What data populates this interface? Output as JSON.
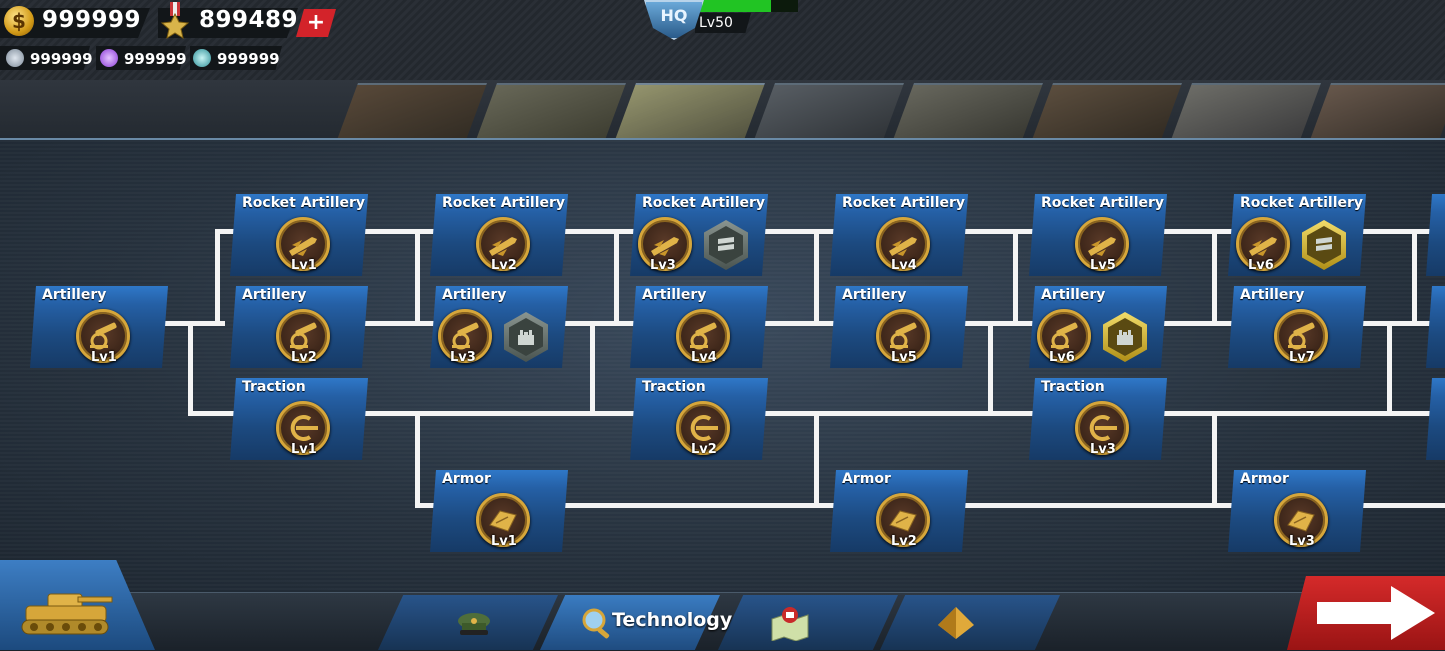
{
  "hud": {
    "gold": "999999",
    "medals": "899489",
    "plus_label": "+",
    "parts": "999999",
    "energy": "999999",
    "gears": "999999",
    "hq_badge": "HQ",
    "hq_level": "Lv50",
    "hq_progress": 0.72
  },
  "categories": [
    {
      "name": "infantry-tab",
      "active": false
    },
    {
      "name": "tank-tab",
      "active": false
    },
    {
      "name": "artillery-tab",
      "active": true
    },
    {
      "name": "navy-tab",
      "active": false
    },
    {
      "name": "airforce-tab",
      "active": false
    },
    {
      "name": "fortification-tab",
      "active": false
    },
    {
      "name": "antiair-tab",
      "active": false
    },
    {
      "name": "rocket-tab",
      "active": false
    }
  ],
  "tree": {
    "nodes": [
      {
        "title": "Artillery",
        "level": "Lv1",
        "icon": "cannon-icon"
      },
      {
        "title": "Rocket Artillery",
        "level": "Lv1",
        "icon": "rocket-icon"
      },
      {
        "title": "Artillery",
        "level": "Lv2",
        "icon": "cannon-icon"
      },
      {
        "title": "Traction",
        "level": "Lv1",
        "icon": "traction-icon"
      },
      {
        "title": "Rocket Artillery",
        "level": "Lv2",
        "icon": "rocket-icon"
      },
      {
        "title": "Artillery",
        "level": "Lv3",
        "icon": "cannon-icon",
        "reward": "grey",
        "reward_icon": "fortress-icon"
      },
      {
        "title": "Armor",
        "level": "Lv1",
        "icon": "armor-icon"
      },
      {
        "title": "Rocket Artillery",
        "level": "Lv3",
        "icon": "rocket-icon",
        "reward": "grey",
        "reward_icon": "rank-chevron-icon"
      },
      {
        "title": "Artillery",
        "level": "Lv4",
        "icon": "cannon-icon"
      },
      {
        "title": "Traction",
        "level": "Lv2",
        "icon": "traction-icon"
      },
      {
        "title": "Rocket Artillery",
        "level": "Lv4",
        "icon": "rocket-icon"
      },
      {
        "title": "Artillery",
        "level": "Lv5",
        "icon": "cannon-icon"
      },
      {
        "title": "Armor",
        "level": "Lv2",
        "icon": "armor-icon"
      },
      {
        "title": "Rocket Artillery",
        "level": "Lv5",
        "icon": "rocket-icon"
      },
      {
        "title": "Artillery",
        "level": "Lv6",
        "icon": "cannon-icon",
        "reward": "gold",
        "reward_icon": "fortress-icon"
      },
      {
        "title": "Traction",
        "level": "Lv3",
        "icon": "traction-icon"
      },
      {
        "title": "Rocket Artillery",
        "level": "Lv6",
        "icon": "rocket-icon",
        "reward": "gold",
        "reward_icon": "rank-chevron-icon"
      },
      {
        "title": "Artillery",
        "level": "Lv7",
        "icon": "cannon-icon"
      },
      {
        "title": "Armor",
        "level": "Lv3",
        "icon": "armor-icon"
      }
    ]
  },
  "bottom": {
    "tabs": [
      {
        "name": "commander-tab",
        "label": "",
        "icon": "officer-cap-icon",
        "active": false
      },
      {
        "name": "technology-tab",
        "label": "Technology",
        "icon": "magnifier-icon",
        "active": true
      },
      {
        "name": "map-tab",
        "label": "",
        "icon": "map-icon",
        "active": false
      },
      {
        "name": "pyramid-tab",
        "label": "",
        "icon": "pyramid-icon",
        "active": false
      }
    ],
    "tank_button_icon": "tank-icon",
    "next_button_icon": "arrow-right-icon"
  },
  "colors": {
    "card_blue": "#2560a6",
    "connector": "#f4f4f4",
    "hq_bar": "#21c423",
    "next_red": "#d52a2a",
    "gold_ring": "#d6a63a"
  }
}
